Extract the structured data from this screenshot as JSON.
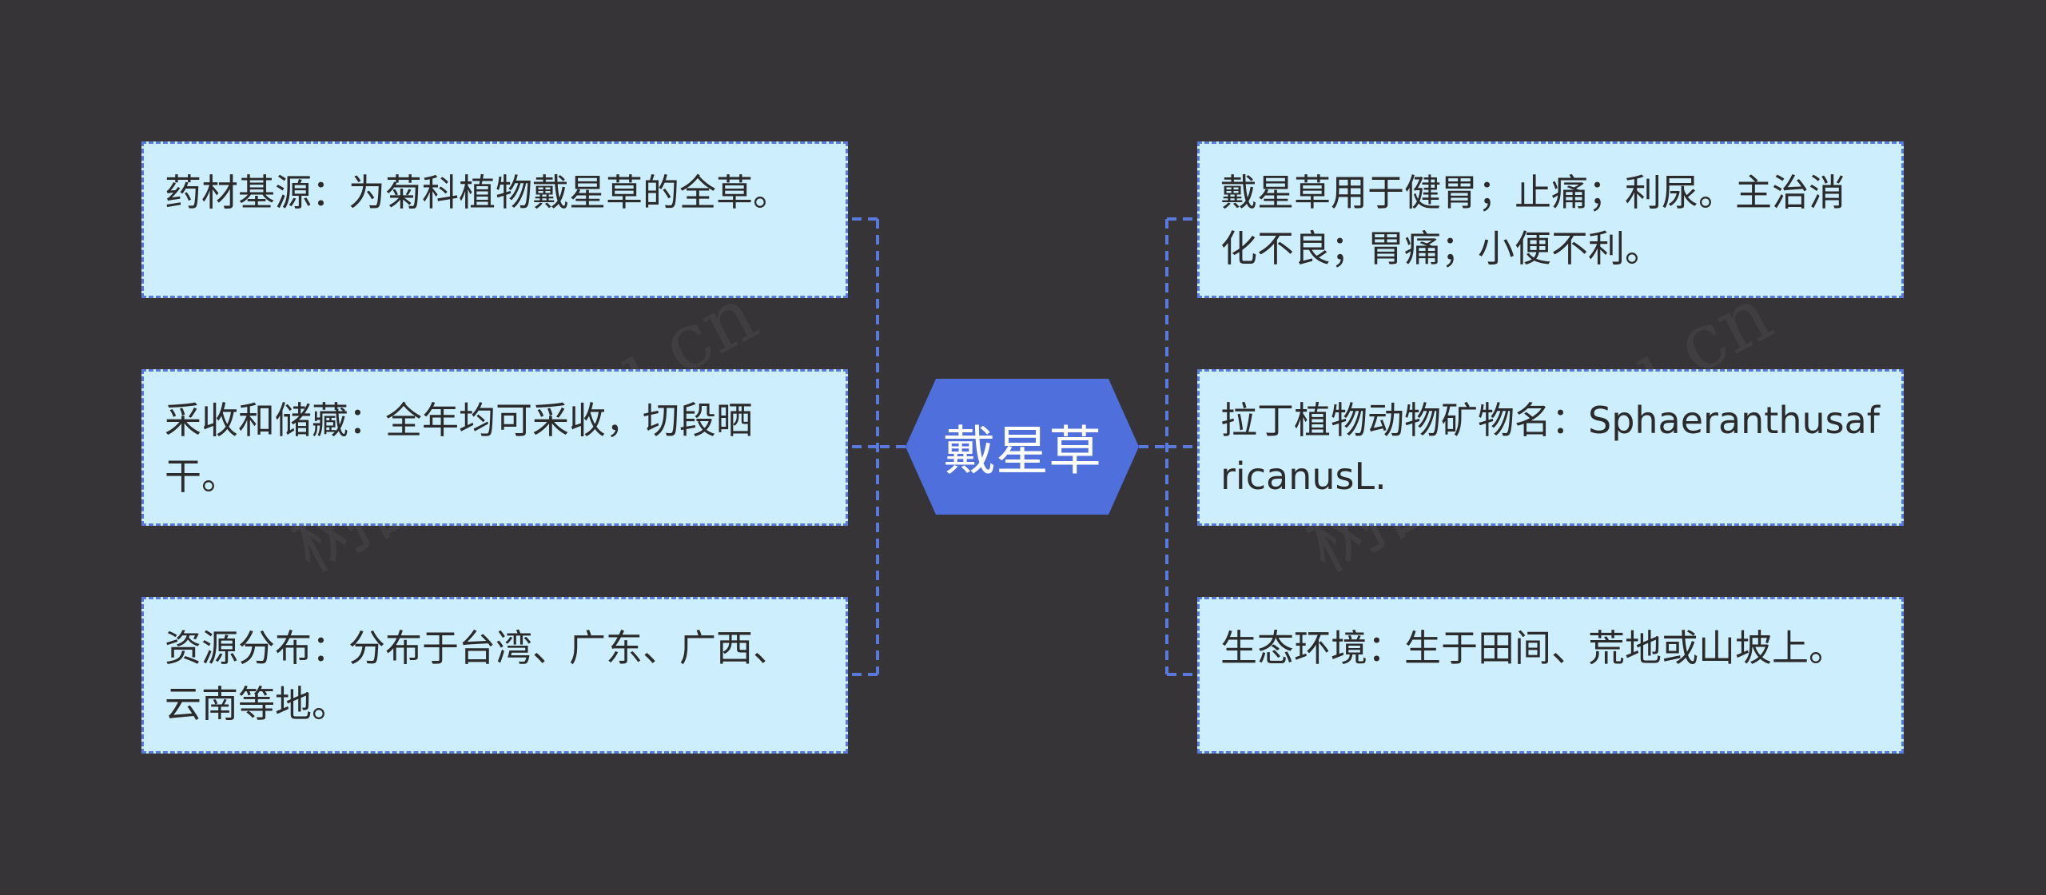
{
  "center": {
    "label": "戴星草",
    "fill_color": "#4f6fdc"
  },
  "left_nodes": [
    {
      "text": "药材基源：为菊科植物戴星草的全草。"
    },
    {
      "text": "采收和储藏：全年均可采收，切段晒干。"
    },
    {
      "text": "资源分布：分布于台湾、广东、广西、云南等地。"
    }
  ],
  "right_nodes": [
    {
      "text": "戴星草用于健胃；止痛；利尿。主治消化不良；胃痛；小便不利。"
    },
    {
      "text": "拉丁植物动物矿物名：SphaeranthusafricanusL."
    },
    {
      "text": "生态环境：生于田间、荒地或山坡上。"
    }
  ],
  "watermark": {
    "text": "树图 shutu.cn"
  },
  "colors": {
    "background": "#363436",
    "node_fill": "#cdeefd",
    "node_border": "#5a79dc",
    "connector": "#5a79dc"
  }
}
